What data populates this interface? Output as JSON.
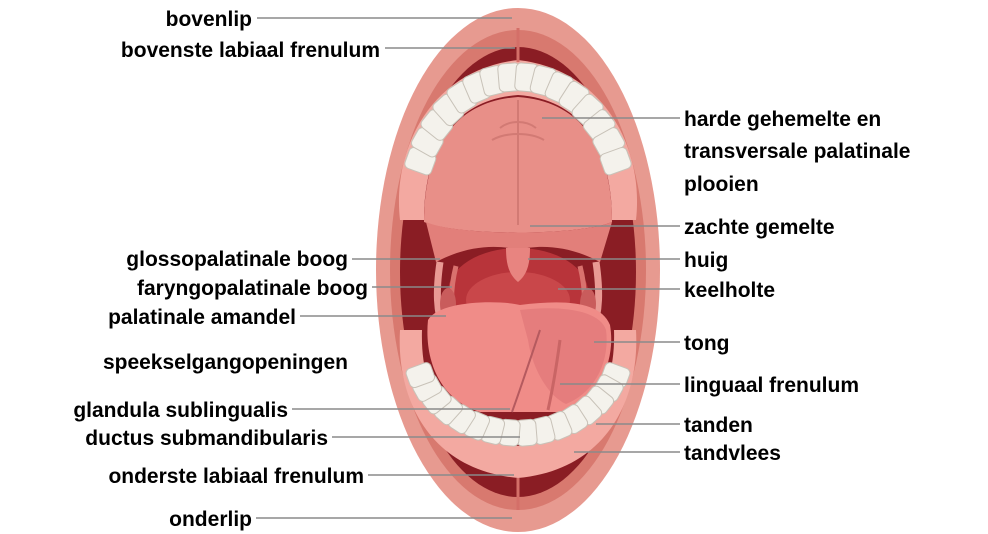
{
  "colors": {
    "lip": "#e79a90",
    "lip_shadow": "#d8796f",
    "cavity": "#8a1d24",
    "palate": "#e88f88",
    "soft_palate": "#e27f7a",
    "throat": "#b8343a",
    "tongue": "#f08c88",
    "teeth": "#f4f2ec",
    "gums": "#f3a9a1",
    "leader": "#8a8a8a"
  },
  "labels": {
    "left": [
      "bovenlip",
      "bovenste labiaal frenulum",
      "glossopalatinale boog",
      "faryngopalatinale boog",
      "palatinale amandel",
      "speekselgangopeningen",
      "glandula sublingualis",
      "ductus submandibularis",
      "onderste labiaal frenulum",
      "onderlip"
    ],
    "right": {
      "hard_palate_line1": "harde gehemelte en",
      "hard_palate_line2": "transversale palatinale",
      "hard_palate_line3": "plooien",
      "soft_palate": "zachte gemelte",
      "uvula": "huig",
      "pharynx": "keelholte",
      "tongue": "tong",
      "lingual_frenulum": "linguaal frenulum",
      "teeth": "tanden",
      "gums": "tandvlees"
    }
  }
}
